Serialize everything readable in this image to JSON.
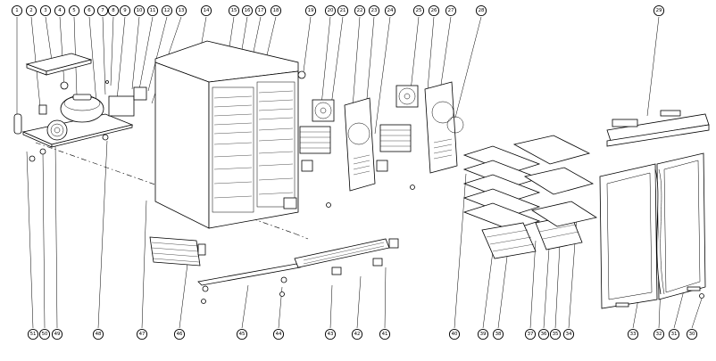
{
  "diagram": {
    "top_callouts": [
      "1",
      "2",
      "3",
      "4",
      "5",
      "6",
      "7",
      "8",
      "9",
      "10",
      "11",
      "12",
      "13",
      "14",
      "15",
      "16",
      "17",
      "18",
      "19",
      "20",
      "21",
      "22",
      "23",
      "24",
      "25",
      "26",
      "27",
      "28",
      "29"
    ],
    "bottom_callouts": [
      "51",
      "50",
      "49",
      "48",
      "47",
      "46",
      "45",
      "44",
      "43",
      "42",
      "41",
      "40",
      "39",
      "38",
      "37",
      "36",
      "35",
      "34",
      "33",
      "32",
      "31",
      "30"
    ]
  }
}
